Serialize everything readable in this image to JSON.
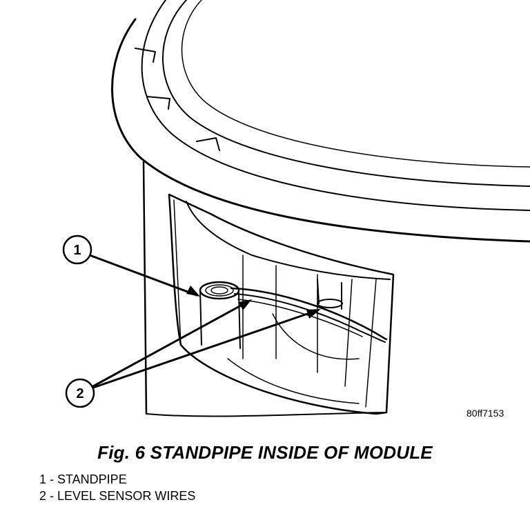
{
  "callouts": [
    {
      "number": "1"
    },
    {
      "number": "2"
    }
  ],
  "reference_code": "80ff7153",
  "caption": "Fig. 6 STANDPIPE INSIDE OF MODULE",
  "legend": [
    {
      "text": "1 - STANDPIPE"
    },
    {
      "text": "2 - LEVEL SENSOR WIRES"
    }
  ]
}
